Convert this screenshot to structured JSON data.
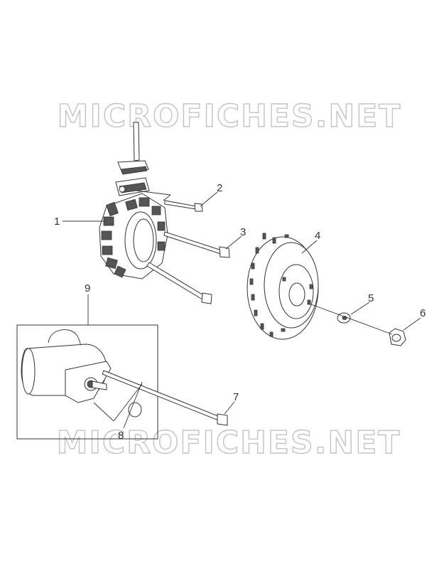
{
  "watermark": "MICROFICHES.NET",
  "callouts": {
    "c1": "1",
    "c2": "2",
    "c3": "3",
    "c4": "4",
    "c5": "5",
    "c6": "6",
    "c7": "7",
    "c8": "8",
    "c9": "9"
  }
}
